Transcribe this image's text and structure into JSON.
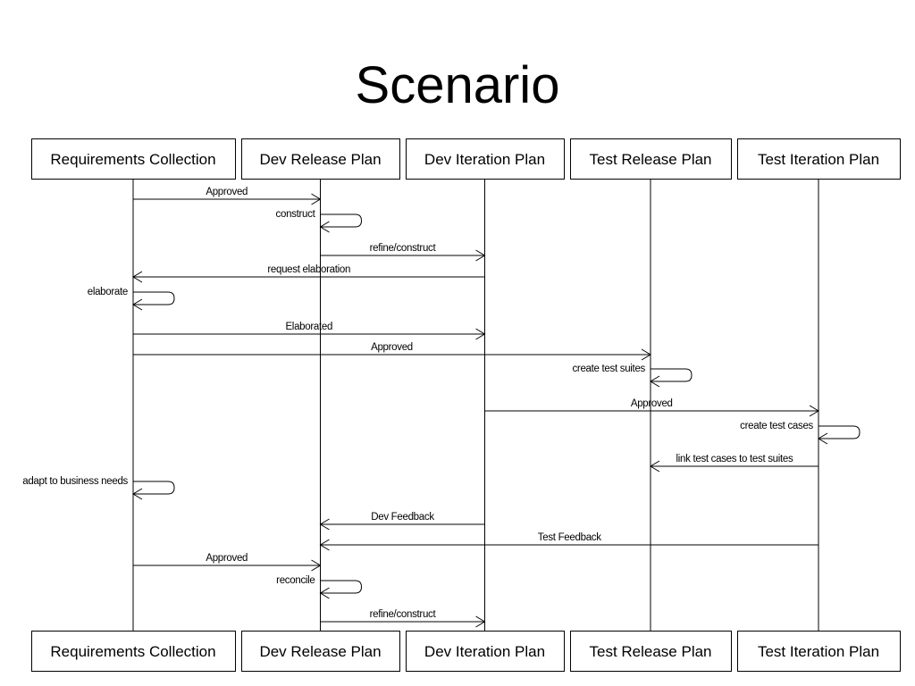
{
  "title": "Scenario",
  "participants": [
    "Requirements Collection",
    "Dev Release Plan",
    "Dev Iteration Plan",
    "Test Release Plan",
    "Test Iteration Plan"
  ],
  "messages": [
    {
      "from": 0,
      "to": 1,
      "label": "Approved"
    },
    {
      "from": 1,
      "to": 1,
      "label": "construct"
    },
    {
      "from": 1,
      "to": 2,
      "label": "refine/construct"
    },
    {
      "from": 2,
      "to": 0,
      "label": "request elaboration"
    },
    {
      "from": 0,
      "to": 0,
      "label": "elaborate"
    },
    {
      "from": 0,
      "to": 2,
      "label": "Elaborated"
    },
    {
      "from": 0,
      "to": 3,
      "label": "Approved"
    },
    {
      "from": 3,
      "to": 3,
      "label": "create test suites"
    },
    {
      "from": 2,
      "to": 4,
      "label": "Approved"
    },
    {
      "from": 4,
      "to": 4,
      "label": "create test cases"
    },
    {
      "from": 4,
      "to": 3,
      "label": "link test cases to test suites"
    },
    {
      "from": 0,
      "to": 0,
      "label": "adapt to business needs"
    },
    {
      "from": 2,
      "to": 1,
      "label": "Dev Feedback"
    },
    {
      "from": 4,
      "to": 1,
      "label": "Test Feedback"
    },
    {
      "from": 0,
      "to": 1,
      "label": "Approved"
    },
    {
      "from": 1,
      "to": 1,
      "label": "reconcile"
    },
    {
      "from": 1,
      "to": 2,
      "label": "refine/construct"
    }
  ]
}
